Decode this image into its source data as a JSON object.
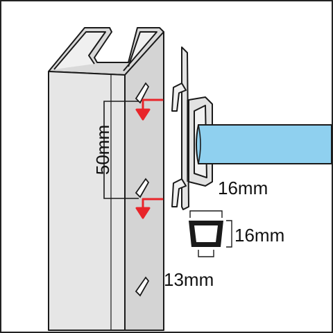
{
  "dimensions": {
    "hole_pitch": "50mm",
    "beam_height": "16mm",
    "tube_height": "16mm",
    "tube_width": "13mm"
  },
  "colors": {
    "background": "#ffffff",
    "border": "#222222",
    "post_fill": "#e4e4e4",
    "beam_fill": "#8fd0ef",
    "arrow": "#e8252a",
    "outline": "#1a1a1a"
  }
}
